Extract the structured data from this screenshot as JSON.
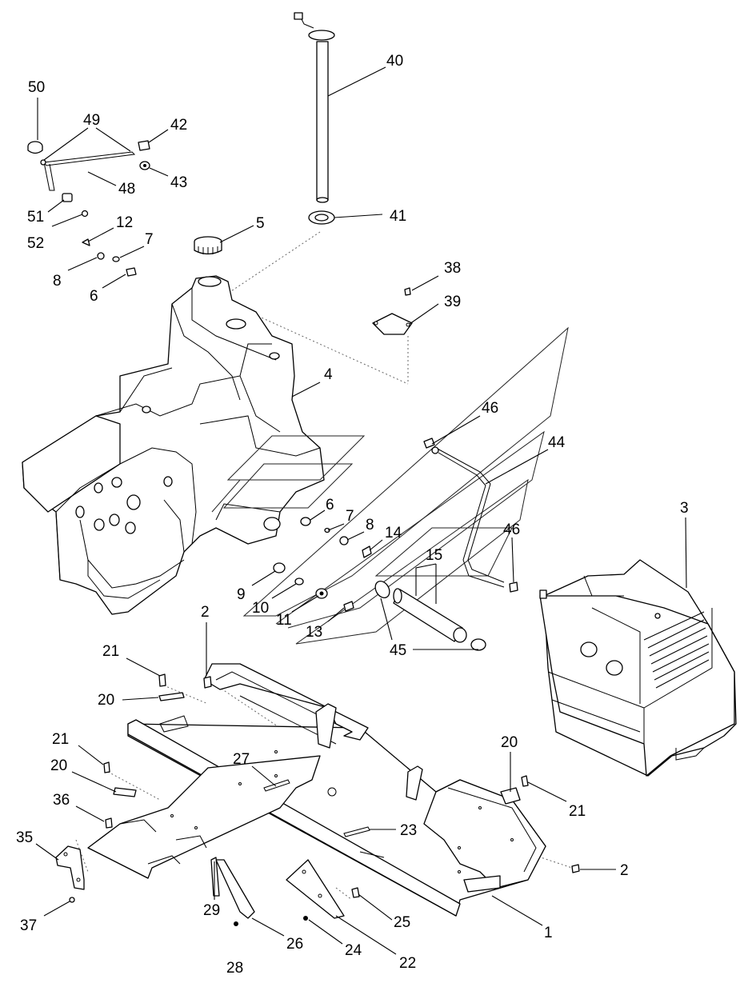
{
  "callouts": [
    {
      "id": "c50",
      "label": "50"
    },
    {
      "id": "c49",
      "label": "49"
    },
    {
      "id": "c42",
      "label": "42"
    },
    {
      "id": "c43",
      "label": "43"
    },
    {
      "id": "c48",
      "label": "48"
    },
    {
      "id": "c51",
      "label": "51"
    },
    {
      "id": "c52",
      "label": "52"
    },
    {
      "id": "c12",
      "label": "12"
    },
    {
      "id": "c7a",
      "label": "7"
    },
    {
      "id": "c8a",
      "label": "8"
    },
    {
      "id": "c6a",
      "label": "6"
    },
    {
      "id": "c5",
      "label": "5"
    },
    {
      "id": "c40",
      "label": "40"
    },
    {
      "id": "c41",
      "label": "41"
    },
    {
      "id": "c38",
      "label": "38"
    },
    {
      "id": "c39",
      "label": "39"
    },
    {
      "id": "c4",
      "label": "4"
    },
    {
      "id": "c46a",
      "label": "46"
    },
    {
      "id": "c44",
      "label": "44"
    },
    {
      "id": "c3",
      "label": "3"
    },
    {
      "id": "c6b",
      "label": "6"
    },
    {
      "id": "c7b",
      "label": "7"
    },
    {
      "id": "c8b",
      "label": "8"
    },
    {
      "id": "c14",
      "label": "14"
    },
    {
      "id": "c46b",
      "label": "46"
    },
    {
      "id": "c15",
      "label": "15"
    },
    {
      "id": "c9",
      "label": "9"
    },
    {
      "id": "c10",
      "label": "10"
    },
    {
      "id": "c11",
      "label": "11"
    },
    {
      "id": "c13",
      "label": "13"
    },
    {
      "id": "c45",
      "label": "45"
    },
    {
      "id": "c2a",
      "label": "2"
    },
    {
      "id": "c21a",
      "label": "21"
    },
    {
      "id": "c20a",
      "label": "20"
    },
    {
      "id": "c21b",
      "label": "21"
    },
    {
      "id": "c20b",
      "label": "20"
    },
    {
      "id": "c27",
      "label": "27"
    },
    {
      "id": "c20c",
      "label": "20"
    },
    {
      "id": "c21c",
      "label": "21"
    },
    {
      "id": "c36",
      "label": "36"
    },
    {
      "id": "c35",
      "label": "35"
    },
    {
      "id": "c23",
      "label": "23"
    },
    {
      "id": "c2b",
      "label": "2"
    },
    {
      "id": "c37",
      "label": "37"
    },
    {
      "id": "c29",
      "label": "29"
    },
    {
      "id": "c25",
      "label": "25"
    },
    {
      "id": "c1",
      "label": "1"
    },
    {
      "id": "c26",
      "label": "26"
    },
    {
      "id": "c24",
      "label": "24"
    },
    {
      "id": "c22",
      "label": "22"
    },
    {
      "id": "c28",
      "label": "28"
    }
  ]
}
